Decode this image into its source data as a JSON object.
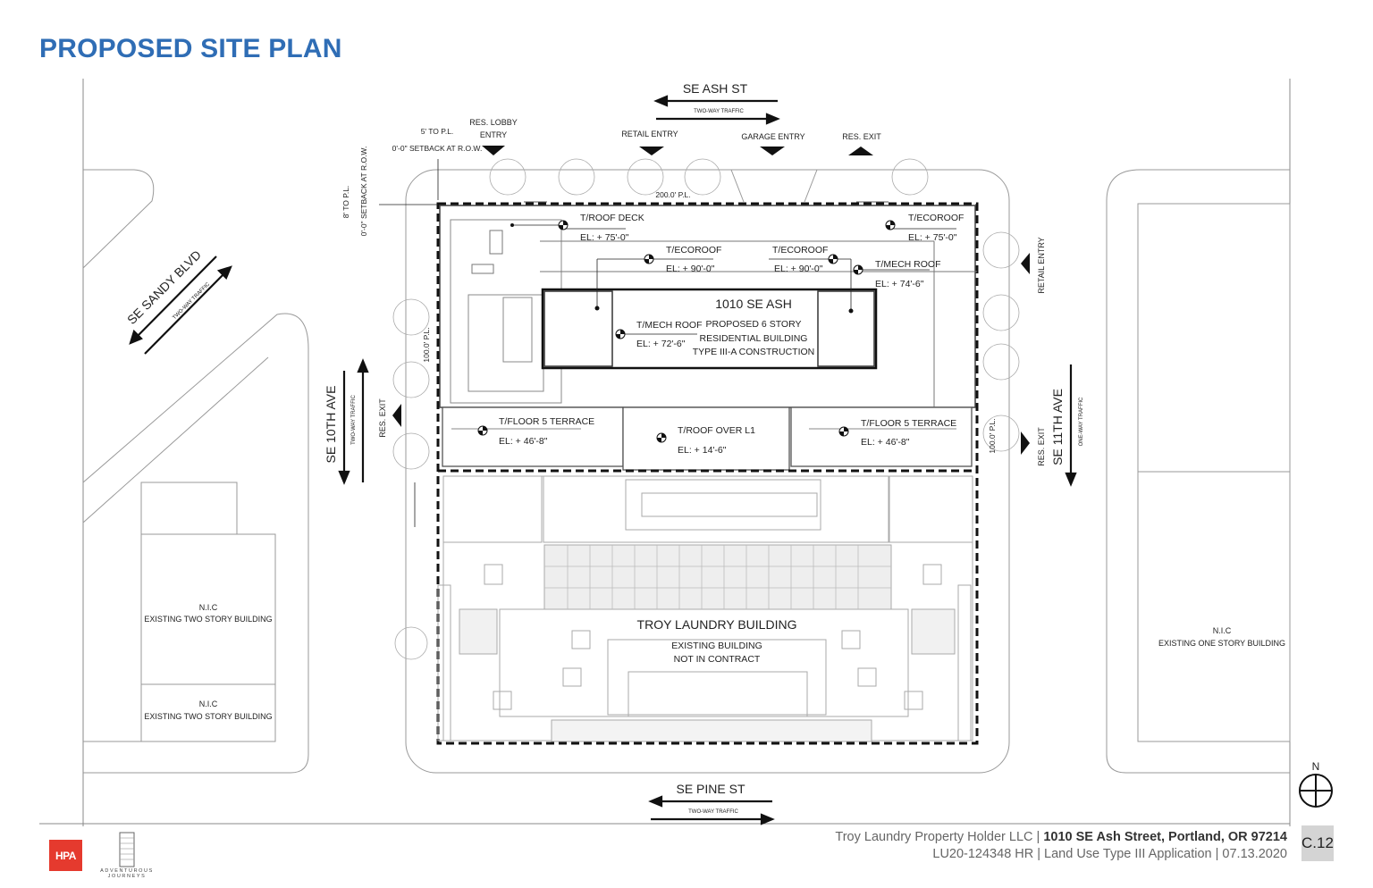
{
  "title": "PROPOSED SITE PLAN",
  "streets": {
    "ash": "SE ASH ST",
    "pine": "SE PINE ST",
    "tenth": "SE 10TH AVE",
    "eleventh": "SE 11TH AVE",
    "sandy": "SE SANDY BLVD",
    "two_way": "TWO-WAY TRAFFIC",
    "one_way": "ONE-WAY TRAFFIC"
  },
  "entries": {
    "res_lobby_1": "RES. LOBBY",
    "res_lobby_2": "ENTRY",
    "retail_entry": "RETAIL ENTRY",
    "garage_entry": "GARAGE ENTRY",
    "res_exit": "RES. EXIT",
    "retail_entry_side": "RETAIL ENTRY",
    "res_exit_left": "RES. EXIT",
    "res_exit_right": "RES. EXIT"
  },
  "setbacks": {
    "top_pl": "5' TO P.L.",
    "top_setback": "0'-0\" SETBACK AT R.O.W.",
    "side_pl": "8' TO P.L.",
    "side_setback": "0'-0\" SETBACK AT R.O.W.",
    "dim_200": "200.0' P.L.",
    "dim_100_left": "100.0' P.L.",
    "dim_100_right": "100.0' P.L."
  },
  "elevations": {
    "roof_deck": {
      "label": "T/ROOF DECK",
      "el": "EL: + 75'-0\""
    },
    "ecoroof_ne": {
      "label": "T/ECOROOF",
      "el": "EL: + 75'-0\""
    },
    "ecoroof_1": {
      "label": "T/ECOROOF",
      "el": "EL: + 90'-0\""
    },
    "ecoroof_2": {
      "label": "T/ECOROOF",
      "el": "EL: + 90'-0\""
    },
    "mech_roof_e": {
      "label": "T/MECH ROOF",
      "el": "EL: + 74'-6\""
    },
    "mech_roof_c": {
      "label": "T/MECH ROOF",
      "el": "EL: + 72'-6\""
    },
    "terrace_w": {
      "label": "T/FLOOR 5 TERRACE",
      "el": "EL: + 46'-8\""
    },
    "roof_l1": {
      "label": "T/ROOF OVER L1",
      "el": "EL: + 14'-6\""
    },
    "terrace_e": {
      "label": "T/FLOOR 5 TERRACE",
      "el": "EL: + 46'-8\""
    }
  },
  "building": {
    "name": "1010 SE ASH",
    "line1": "PROPOSED 6 STORY",
    "line2": "RESIDENTIAL BUILDING",
    "line3": "TYPE III-A CONSTRUCTION"
  },
  "troy": {
    "name": "TROY LAUNDRY BUILDING",
    "line1": "EXISTING BUILDING",
    "line2": "NOT IN CONTRACT"
  },
  "nic": {
    "label": "N.I.C",
    "two_story": "EXISTING TWO STORY BUILDING",
    "one_story": "EXISTING ONE STORY BUILDING"
  },
  "north": "N",
  "footer": {
    "line1_a": "Troy Laundry Property Holder LLC | ",
    "line1_b": "1010 SE Ash Street, Portland, OR 97214",
    "line2": "LU20-124348 HR  | Land Use Type III Application | 07.13.2020",
    "sheet": "C.12"
  },
  "logos": {
    "hpa": "HPA",
    "aj": "ADVENTUROUS JOURNEYS"
  }
}
